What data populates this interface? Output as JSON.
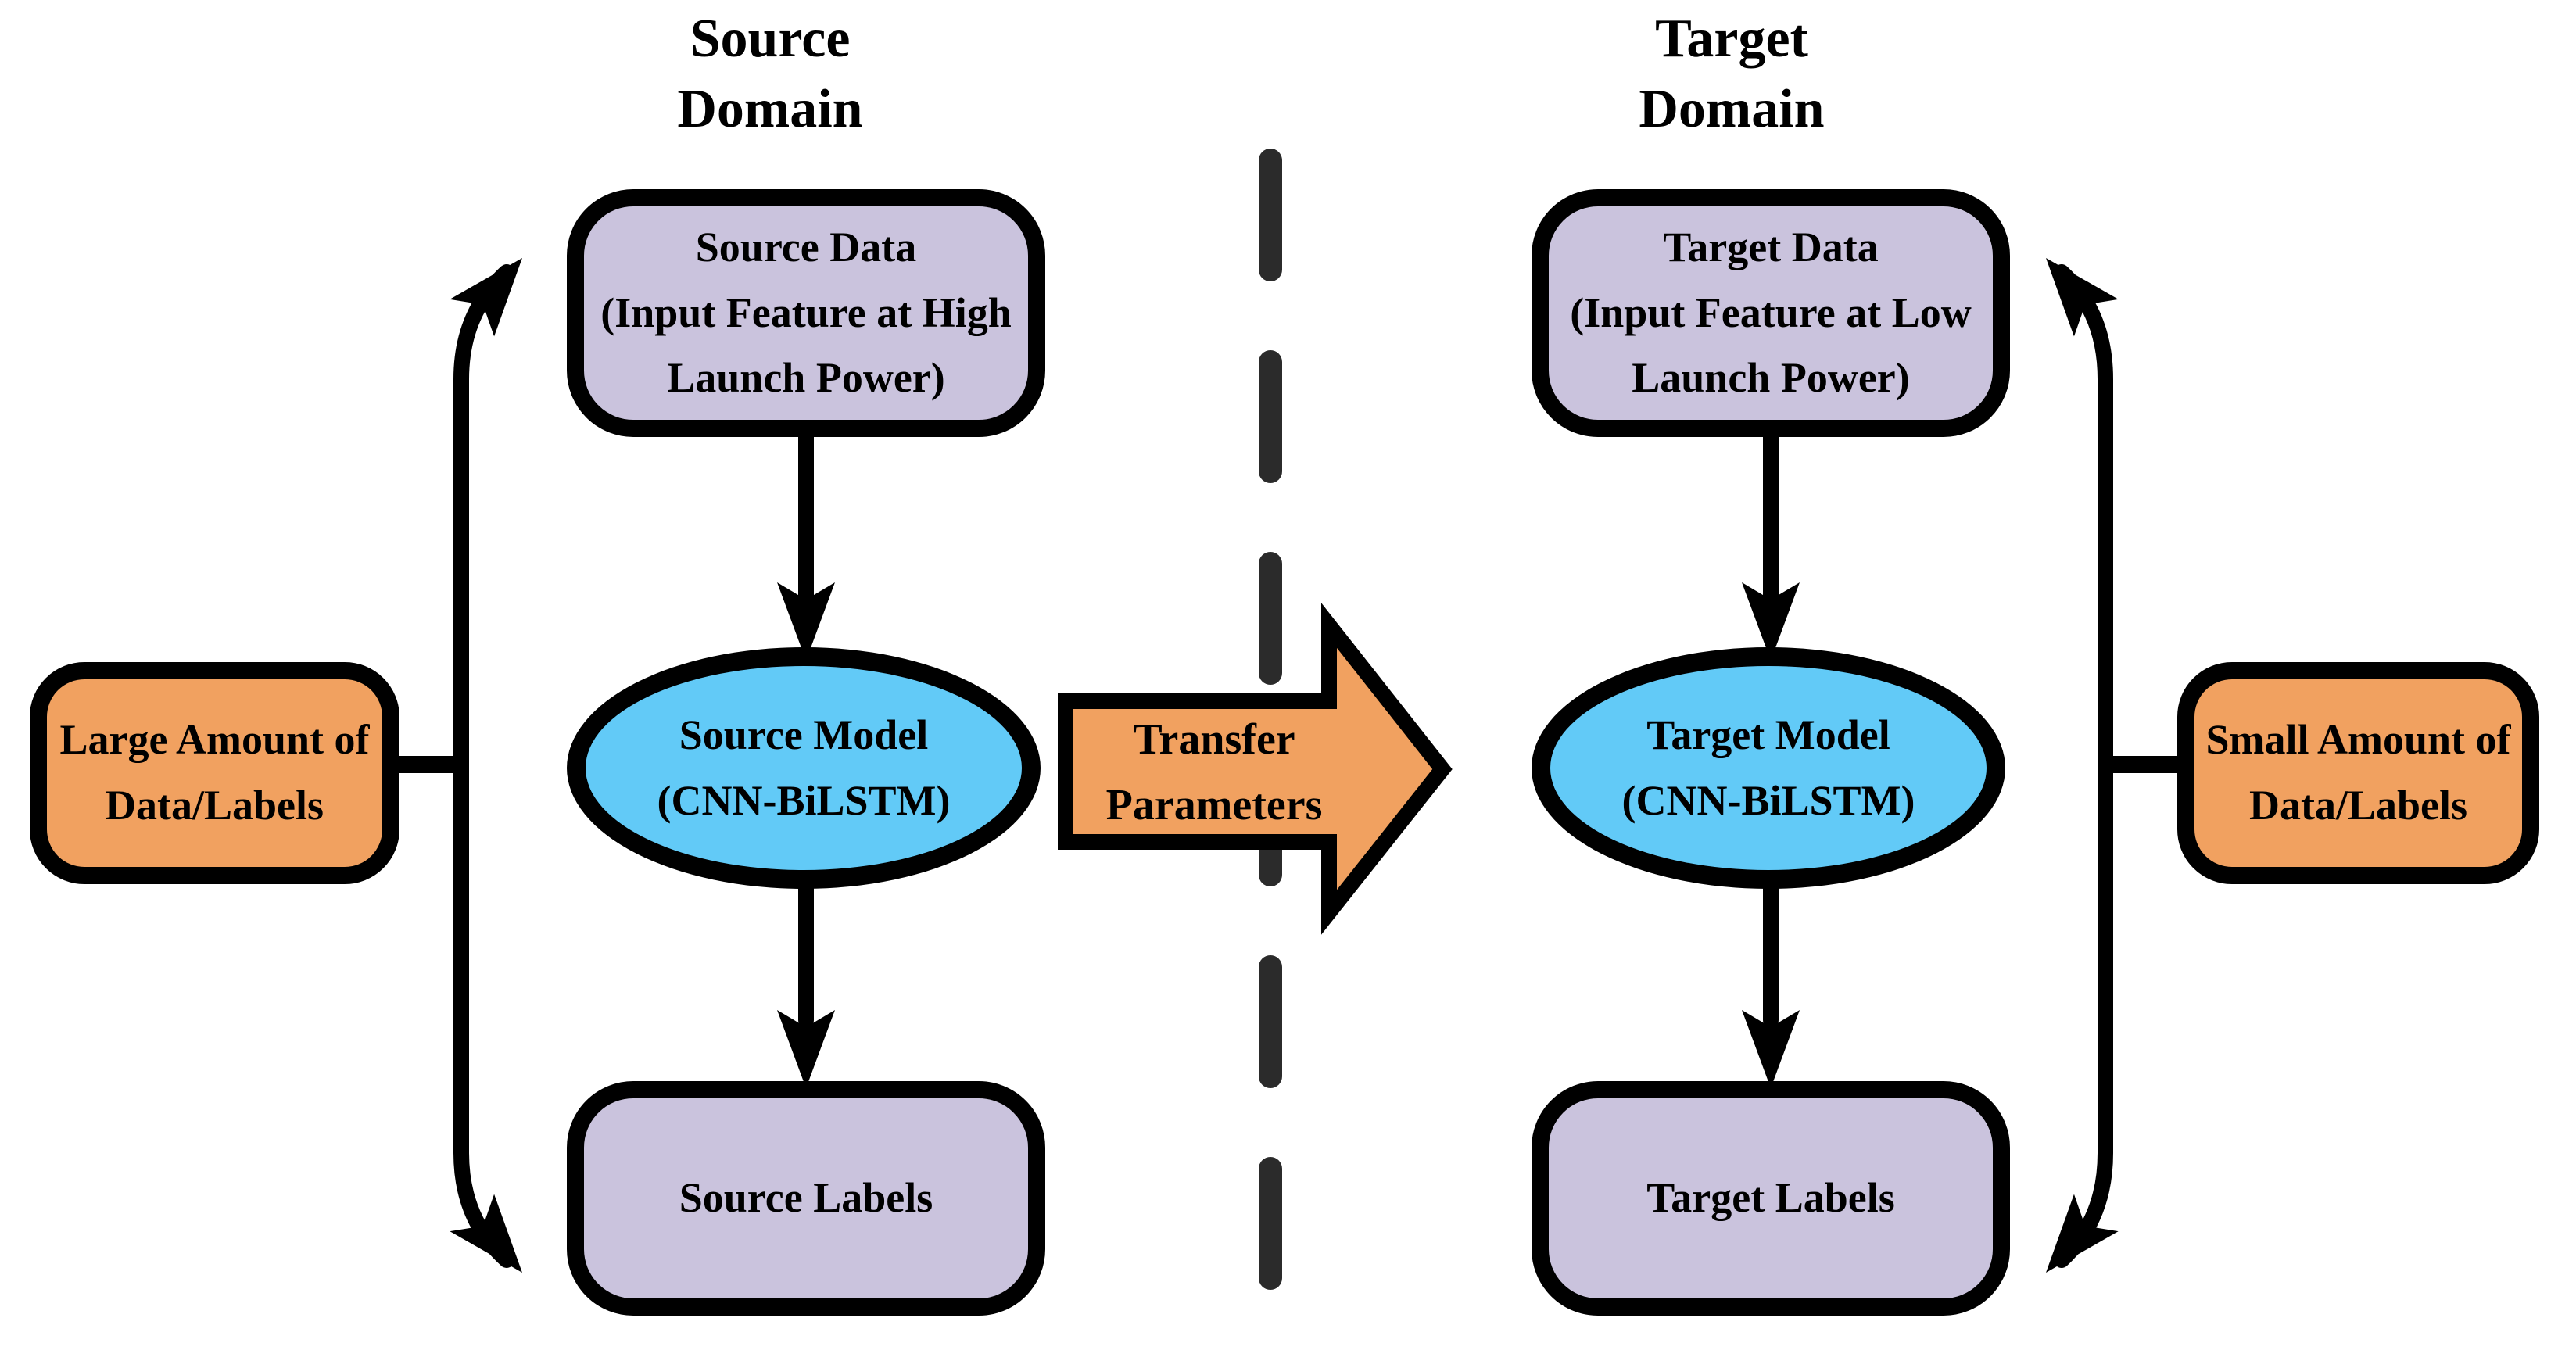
{
  "theme": {
    "bg": "#FFFFFF",
    "node-lavender": "#CAC3DD",
    "node-blue": "#62CAF7",
    "node-orange": "#F1A160",
    "line-black": "#000000",
    "dash-gray": "#2B2B2B"
  },
  "titles": {
    "source": "Source\nDomain",
    "target": "Target\nDomain"
  },
  "nodes": {
    "source_data": "Source Data\n(Input Feature at High\nLaunch Power)",
    "source_model": "Source Model\n(CNN-BiLSTM)",
    "source_labels": "Source Labels",
    "target_data": "Target Data\n(Input Feature at Low\nLaunch Power)",
    "target_model": "Target Model\n(CNN-BiLSTM)",
    "target_labels": "Target Labels",
    "large_amount": "Large Amount of\nData/Labels",
    "small_amount": "Small Amount of\nData/Labels"
  },
  "transfer_arrow": {
    "label": "Transfer\nParameters"
  }
}
